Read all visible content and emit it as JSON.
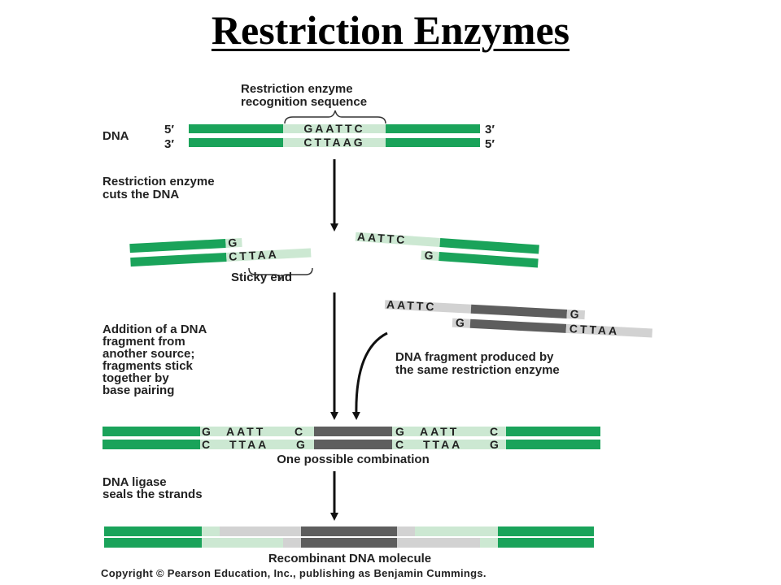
{
  "title": "Restriction Enzymes",
  "colors": {
    "strand": "#1aa35a",
    "light": "#cce8d2",
    "gray": "#d2d2d2",
    "dark": "#5e5e5e",
    "text": "#222222"
  },
  "labels": {
    "recognition_1": "Restriction enzyme",
    "recognition_2": "recognition sequence",
    "dna": "DNA",
    "five_prime": "5′",
    "three_prime": "3′",
    "cuts_1": "Restriction enzyme",
    "cuts_2": "cuts the DNA",
    "sticky_end": "Sticky end",
    "addition": [
      "Addition of a DNA",
      "fragment from",
      "another source;",
      "fragments stick",
      "together by",
      "base pairing"
    ],
    "fragment_1": "DNA fragment produced by",
    "fragment_2": "the same restriction enzyme",
    "combination": "One possible combination",
    "ligase_1": "DNA ligase",
    "ligase_2": "seals the strands",
    "recombinant": "Recombinant DNA molecule"
  },
  "sequences": {
    "top": "GAATTC",
    "bottom": "CTTAAG",
    "g": "G",
    "c": "C",
    "ctta_a": "CTTAA",
    "aatt_c": "AATTC",
    "aatt": "AATT",
    "ttaa": "TTAA"
  },
  "copyright": "Copyright © Pearson Education, Inc., publishing as Benjamin Cummings."
}
